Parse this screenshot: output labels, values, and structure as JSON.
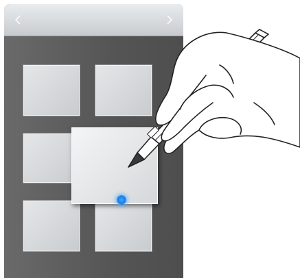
{
  "screen": {
    "nav": {
      "prev_icon": "chevron-left-icon",
      "next_icon": "chevron-right-icon"
    },
    "tiles": [
      "tile",
      "tile",
      "tile",
      "tile",
      "tile"
    ],
    "dragged_tile": "tile",
    "touch_point": "touch-point"
  },
  "illustration": {
    "pen": "s-pen",
    "hand": "hand"
  },
  "colors": {
    "topbar": "#d8dcdf",
    "background": "#5a5a5a",
    "tile": "#d4d7d9",
    "touch": "#1a7fe6"
  }
}
